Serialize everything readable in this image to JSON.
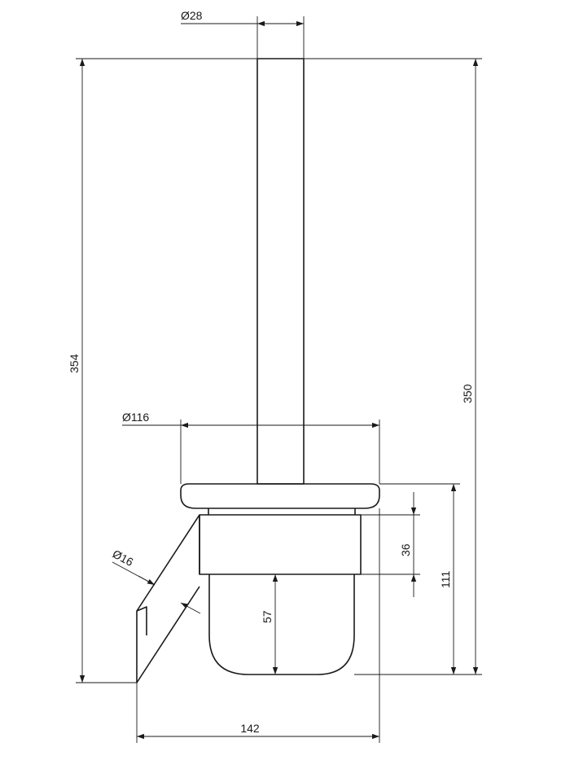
{
  "drawing": {
    "type": "technical-drawing",
    "object": "toilet brush holder (side view)",
    "dimensions": {
      "handle_diameter": "Ø28",
      "total_height_left": "354",
      "total_height_right": "350",
      "cup_diameter": "Ø116",
      "bracket_diameter": "Ø16",
      "ring_height": "36",
      "cup_height": "111",
      "inner_depth": "57",
      "total_depth": "142"
    }
  }
}
